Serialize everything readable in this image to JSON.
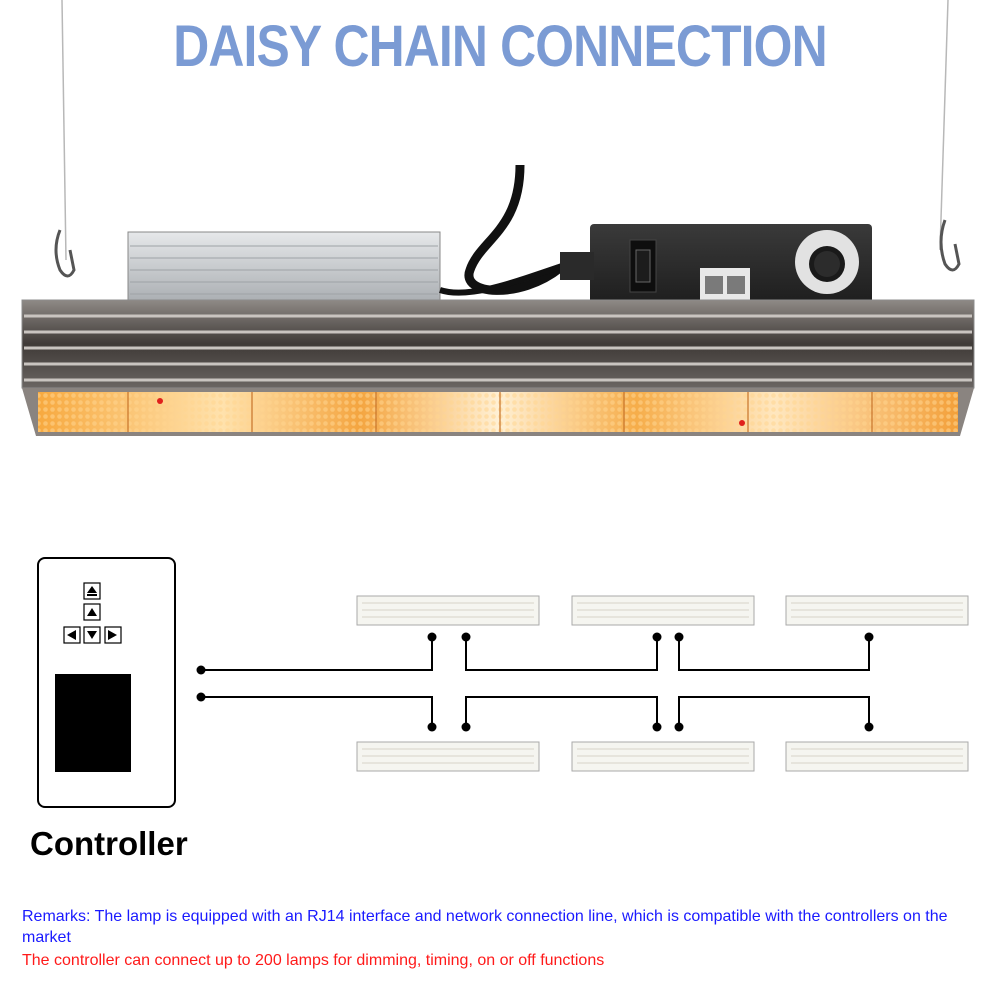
{
  "header": {
    "title": "DAISY CHAIN CONNECTION",
    "title_color": "#7b9bd4"
  },
  "lamp_photo": {
    "description_icon": "led-grow-light-bar-icon",
    "led_colors": [
      "#f5b24c",
      "#ffe9bf",
      "#fff6df",
      "#f08a2a"
    ],
    "body_color": "#4a4542",
    "driver_color": "#c9cccf"
  },
  "diagram": {
    "controller": {
      "label": "Controller",
      "icon": "controller-icon"
    },
    "controller_buttons": [
      {
        "name": "eject-button",
        "glyph": "⏏"
      },
      {
        "name": "up-button",
        "glyph": "▲"
      },
      {
        "name": "left-button",
        "glyph": "◀"
      },
      {
        "name": "down-button",
        "glyph": "▼"
      },
      {
        "name": "right-button",
        "glyph": "▶"
      }
    ],
    "lamp_count": 6,
    "line_color": "#000000"
  },
  "remarks": {
    "line1": "Remarks: The lamp is equipped with an RJ14 interface and network connection line, which is compatible with the controllers on the market",
    "line1_color": "#1a1aff",
    "line2": "The controller can connect up to 200 lamps for dimming, timing, on or off functions",
    "line2_color": "#ff1a1a"
  }
}
